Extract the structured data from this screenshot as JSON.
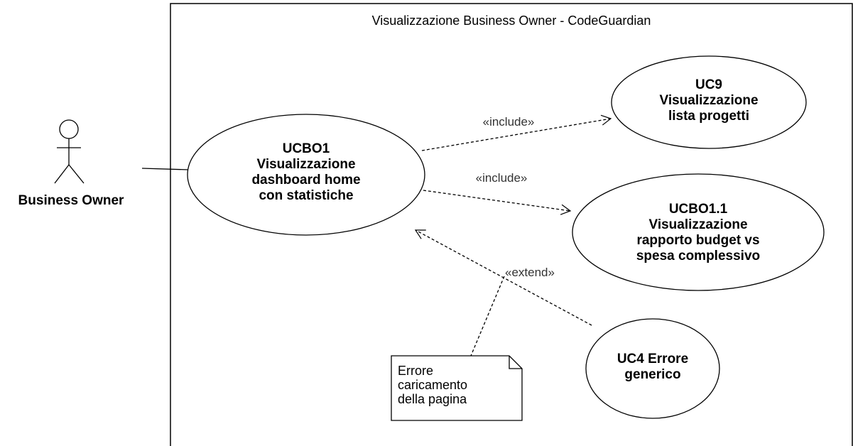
{
  "system": {
    "title": "Visualizzazione Business Owner - CodeGuardian"
  },
  "actor": {
    "name": "Business Owner"
  },
  "use_cases": {
    "ucbo1": {
      "text": "UCBO1\nVisualizzazione\ndashboard home\ncon statistiche"
    },
    "uc9": {
      "text": "UC9\nVisualizzazione\nlista progetti"
    },
    "ucbo1_1": {
      "text": "UCBO1.1\nVisualizzazione\nrapporto budget vs\nspesa complessivo"
    },
    "uc4": {
      "text": "UC4 Errore\ngenerico"
    }
  },
  "relations": {
    "include_uc9": "«include»",
    "include_ucbo1_1": "«include»",
    "extend_uc4": "«extend»"
  },
  "note": {
    "text": "Errore\ncaricamento\ndella pagina"
  }
}
